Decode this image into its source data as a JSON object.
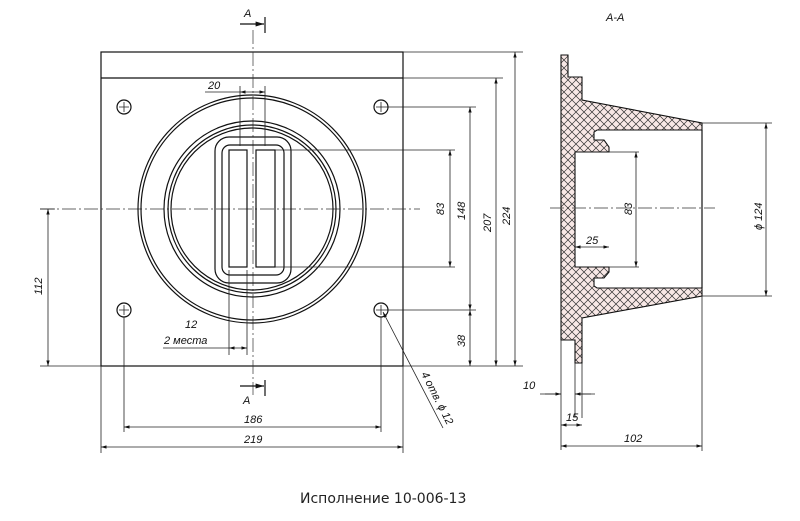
{
  "section_marks": {
    "top": "A",
    "bottom": "A",
    "section_title": "A-A"
  },
  "front_view": {
    "dim_slot_gap": "20",
    "dim_slot_width": "12",
    "dim_slot_width_note": "2 места",
    "dim_slot_height": "83",
    "dim_148": "148",
    "dim_207": "207",
    "dim_224": "224",
    "dim_38": "38",
    "dim_112": "112",
    "dim_186": "186",
    "dim_219": "219",
    "holes_note": "4 отв. ϕ 12"
  },
  "section_view": {
    "dim_83": "83",
    "dim_25": "25",
    "dim_diameter": "ϕ 124",
    "dim_10": "10",
    "dim_15": "15",
    "dim_102": "102"
  },
  "caption": "Исполнение 10-006-13",
  "colors": {
    "hatch_bg": "#f8e8e6",
    "line": "#111111"
  }
}
